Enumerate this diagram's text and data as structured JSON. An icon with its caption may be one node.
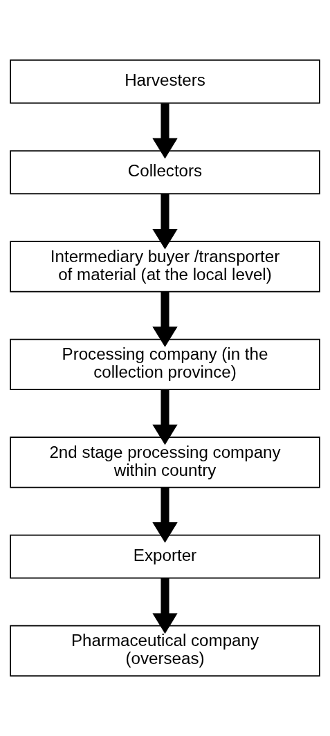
{
  "diagram": {
    "nodes": [
      {
        "text": [
          "Harvesters"
        ]
      },
      {
        "text": [
          "Collectors"
        ]
      },
      {
        "text": [
          "Intermediary buyer /transporter of material (at the local level)"
        ]
      },
      {
        "text": [
          "Processing company (in the collection province)"
        ]
      },
      {
        "text": [
          "2nd stage processing company within country"
        ]
      },
      {
        "text": [
          "Exporter"
        ]
      },
      {
        "text": [
          "Pharmaceutical company (overseas)"
        ]
      }
    ],
    "edges": [
      {
        "from": 0,
        "to": 1,
        "arrow": "to"
      },
      {
        "from": 1,
        "to": 2,
        "arrow": "to"
      },
      {
        "from": 2,
        "to": 3,
        "arrow": "to"
      },
      {
        "from": 3,
        "to": 4,
        "arrow": "to"
      },
      {
        "from": 4,
        "to": 5,
        "arrow": "to"
      },
      {
        "from": 5,
        "to": 6,
        "arrow": "to"
      }
    ]
  }
}
